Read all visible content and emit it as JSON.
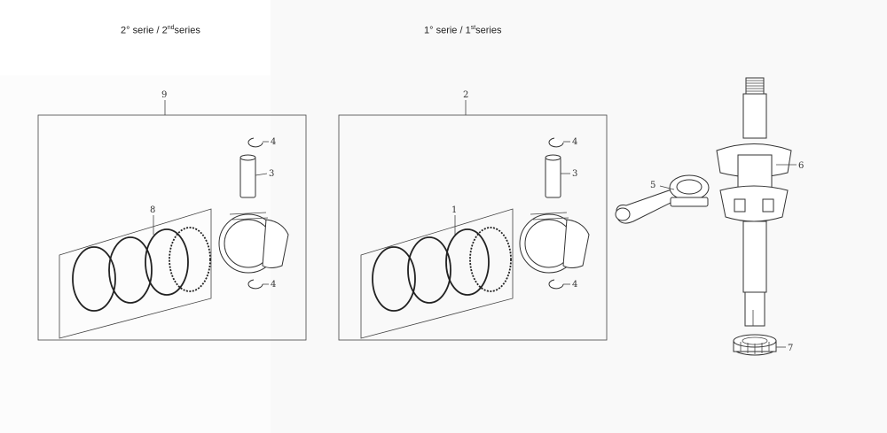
{
  "headers": {
    "left": {
      "prefix": "2° serie / 2",
      "sup": "nd",
      "suffix": "series"
    },
    "right": {
      "prefix": "1° serie / 1",
      "sup": "st",
      "suffix": "series"
    }
  },
  "callouts": {
    "kit_left": "9",
    "kit_right": "2",
    "rings_left": "8",
    "rings_right": "1",
    "pin": "3",
    "circlip": "4",
    "conrod": "5",
    "crankshaft": "6",
    "gear": "7"
  },
  "colors": {
    "background_left": "#ffffff",
    "background_right": "#f9f9f9",
    "stroke": "#333333"
  }
}
